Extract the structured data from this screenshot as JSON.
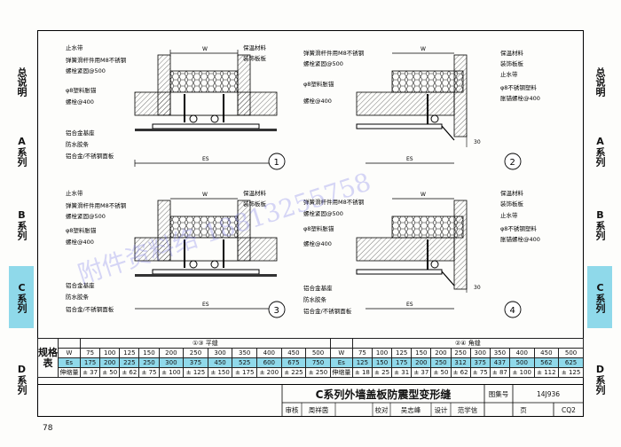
{
  "side_tabs_left": [
    {
      "label": "总说明",
      "active": false
    },
    {
      "label": "A系列",
      "active": false
    },
    {
      "label": "B系列",
      "active": false
    },
    {
      "label": "C系列",
      "active": true
    },
    {
      "label": "D系列",
      "active": false
    }
  ],
  "side_tabs_right": [
    {
      "label": "总说明",
      "active": false
    },
    {
      "label": "A系列",
      "active": false
    },
    {
      "label": "B系列",
      "active": false
    },
    {
      "label": "C系列",
      "active": true
    },
    {
      "label": "D系列",
      "active": false
    }
  ],
  "accent_color": "#8fd9ea",
  "detail1": {
    "number": "1",
    "labels_left": [
      "止水带",
      "弹簧滑杆件用M8不锈钢",
      "螺栓紧固@500",
      "φ8塑料胀锚",
      "螺栓@400",
      "铝合金基座",
      "防水胶条",
      "铝合金/不锈钢面板"
    ],
    "labels_right": [
      "保温材料",
      "装饰板板"
    ],
    "dim_w": "W",
    "dim_es": "ES"
  },
  "detail2": {
    "number": "2",
    "labels_left": [
      "弹簧滑杆件用M8不锈钢",
      "螺栓紧固@500",
      "φ8塑料胀锚",
      "螺栓@400"
    ],
    "labels_right": [
      "保温材料",
      "装饰板板",
      "止水带",
      "φ8不锈钢塑料",
      "胀锚螺栓@400"
    ],
    "dim_w": "W",
    "dim_es": "ES",
    "dim_30": "30"
  },
  "detail3": {
    "number": "3",
    "labels_left": [
      "止水带",
      "弹簧滑杆件用M8不锈钢",
      "螺栓紧固@500",
      "φ8塑料胀锚",
      "螺栓@400",
      "铝合金基座",
      "防水胶条",
      "铝合金/不锈钢面板"
    ],
    "labels_right": [
      "保温材料",
      "装饰板板"
    ],
    "dim_w": "W",
    "dim_es": "ES"
  },
  "detail4": {
    "number": "4",
    "labels_left": [
      "弹簧滑杆件用M8不锈钢",
      "螺栓紧固@500",
      "φ8塑料胀锚",
      "螺栓@400",
      "铝合金基座",
      "防水胶条",
      "铝合金/不锈钢面板"
    ],
    "labels_right": [
      "保温材料",
      "装饰板板",
      "止水带",
      "φ8不锈钢塑料",
      "胀锚螺栓@400"
    ],
    "dim_w": "W",
    "dim_es": "ES",
    "dim_30": "30"
  },
  "spec_table": {
    "title": "规格表",
    "group1_title": "①③ 平缝",
    "group2_title": "②④ 角缝",
    "row_labels": [
      "W",
      "Es",
      "伸缩量"
    ],
    "group1": {
      "W": [
        "75",
        "100",
        "125",
        "150",
        "200",
        "250",
        "300",
        "350",
        "400",
        "450",
        "500"
      ],
      "Es": [
        "175",
        "200",
        "225",
        "250",
        "300",
        "375",
        "450",
        "525",
        "600",
        "675",
        "750"
      ],
      "move": [
        "± 37",
        "± 50",
        "± 62",
        "± 75",
        "± 100",
        "± 125",
        "± 150",
        "± 175",
        "± 200",
        "± 225",
        "± 250"
      ]
    },
    "group2": {
      "W": [
        "75",
        "100",
        "125",
        "150",
        "200",
        "250",
        "300",
        "350",
        "400",
        "450",
        "500"
      ],
      "Es": [
        "125",
        "150",
        "175",
        "200",
        "250",
        "312",
        "375",
        "437",
        "500",
        "562",
        "625"
      ],
      "move": [
        "± 18",
        "± 25",
        "± 31",
        "± 37",
        "± 50",
        "± 62",
        "± 75",
        "± 87",
        "± 100",
        "± 112",
        "± 125"
      ]
    }
  },
  "title_block": {
    "title": "C系列外墙盖板防震型变形缝",
    "atlas_label": "图集号",
    "atlas_no": "14J936",
    "review_label": "审核",
    "review_name": "周祥茵",
    "check_label": "校对",
    "check_name": "吴志峰",
    "design_label": "设计",
    "design_name": "范学信",
    "page_label": "页",
    "page_code": "CQ2"
  },
  "page_number": "78",
  "watermark_text": "附件资料络 18813255758"
}
